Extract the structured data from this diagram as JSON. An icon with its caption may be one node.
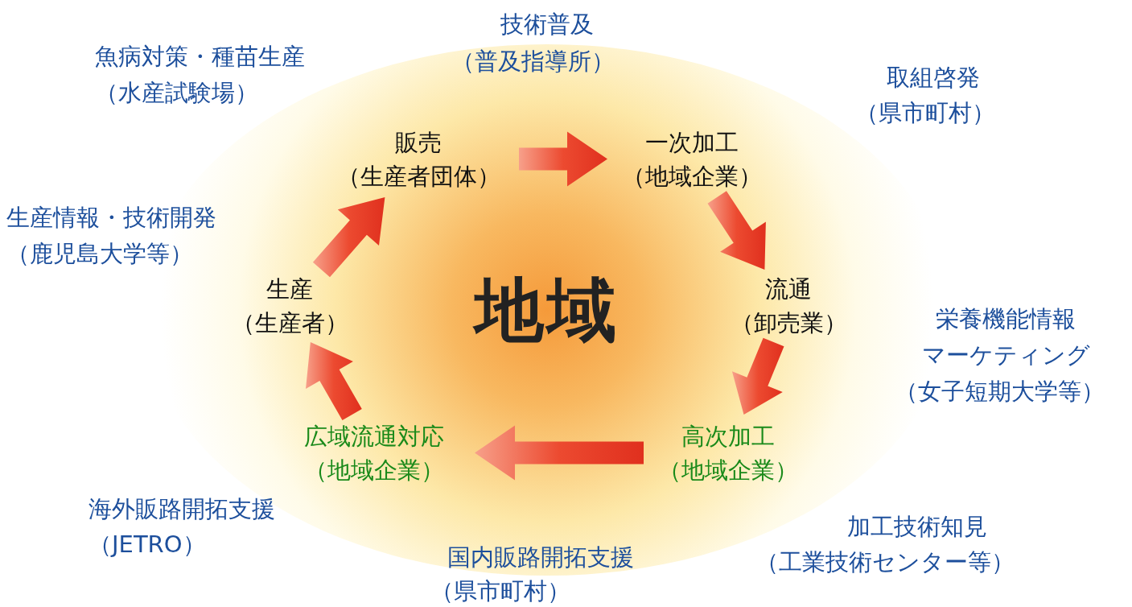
{
  "diagram": {
    "nodes": [
      {
        "text": [
          "販売",
          "（生産者団体）"
        ]
      },
      {
        "text": [
          "一次加工",
          "（地域企業）"
        ]
      },
      {
        "text": [
          "流通",
          "（卸売業）"
        ]
      },
      {
        "text": [
          "高次加工",
          "（地域企業）"
        ]
      },
      {
        "text": [
          "広域流通対応",
          "（地域企業）"
        ]
      },
      {
        "text": [
          "生産",
          "（生産者）"
        ]
      }
    ],
    "edges": [
      {
        "from": 5,
        "to": 0,
        "arrow": "to"
      },
      {
        "from": 0,
        "to": 1,
        "arrow": "to"
      },
      {
        "from": 1,
        "to": 2,
        "arrow": "to"
      },
      {
        "from": 2,
        "to": 3,
        "arrow": "to"
      },
      {
        "from": 3,
        "to": 4,
        "arrow": "to"
      },
      {
        "from": 4,
        "to": 5,
        "arrow": "to"
      }
    ],
    "labels": [
      "技術普及",
      "（普及指導所）",
      "魚病対策・種苗生産",
      "（水産試験場）",
      "取組啓発",
      "（県市町村）",
      "生産情報・技術開発",
      "（鹿児島大学等）",
      "地域",
      "栄養機能情報",
      "マーケティング",
      "（女子短期大学等）",
      "海外販路開拓支援",
      "（JETRO）",
      "加工技術知見",
      "（工業技術センター等）",
      "国内販路開拓支援",
      "（県市町村）"
    ]
  }
}
